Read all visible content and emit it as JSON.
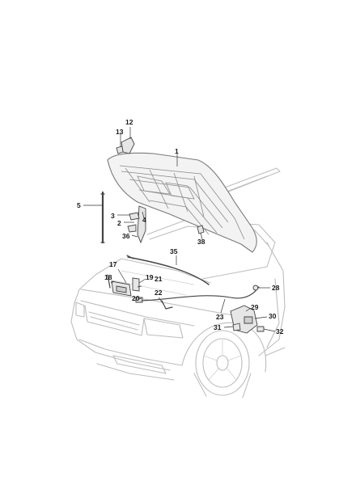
{
  "diagram": {
    "callouts": [
      "1",
      "2",
      "3",
      "4",
      "5",
      "12",
      "13",
      "17",
      "18",
      "19",
      "20",
      "21",
      "22",
      "23",
      "28",
      "29",
      "30",
      "31",
      "32",
      "35",
      "36",
      "38"
    ]
  }
}
